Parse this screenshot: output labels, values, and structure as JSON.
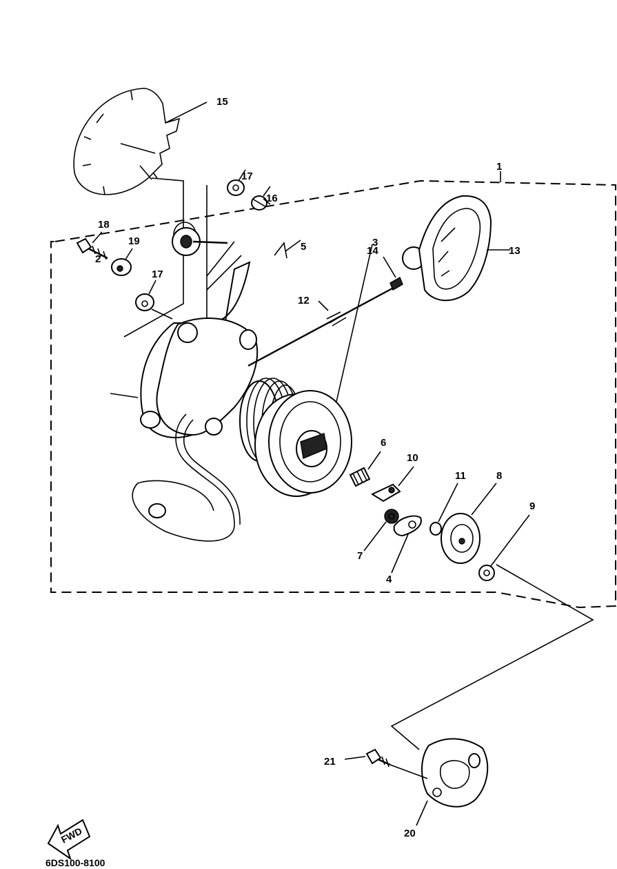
{
  "diagram": {
    "parts": [
      {
        "id": "p1",
        "label": "1"
      },
      {
        "id": "p2",
        "label": "2"
      },
      {
        "id": "p3",
        "label": "3"
      },
      {
        "id": "p4",
        "label": "4"
      },
      {
        "id": "p5",
        "label": "5"
      },
      {
        "id": "p6",
        "label": "6"
      },
      {
        "id": "p7",
        "label": "7"
      },
      {
        "id": "p8",
        "label": "8"
      },
      {
        "id": "p9",
        "label": "9"
      },
      {
        "id": "p10",
        "label": "10"
      },
      {
        "id": "p11",
        "label": "11"
      },
      {
        "id": "p12",
        "label": "12"
      },
      {
        "id": "p13",
        "label": "13"
      },
      {
        "id": "p14",
        "label": "14"
      },
      {
        "id": "p15",
        "label": "15"
      },
      {
        "id": "p16",
        "label": "16"
      },
      {
        "id": "p17a",
        "label": "17"
      },
      {
        "id": "p17b",
        "label": "17"
      },
      {
        "id": "p18",
        "label": "18"
      },
      {
        "id": "p19",
        "label": "19"
      },
      {
        "id": "p20",
        "label": "20"
      },
      {
        "id": "p21",
        "label": "21"
      }
    ],
    "fwd_label": "FWD",
    "ref_code": "6DS100-8100"
  }
}
